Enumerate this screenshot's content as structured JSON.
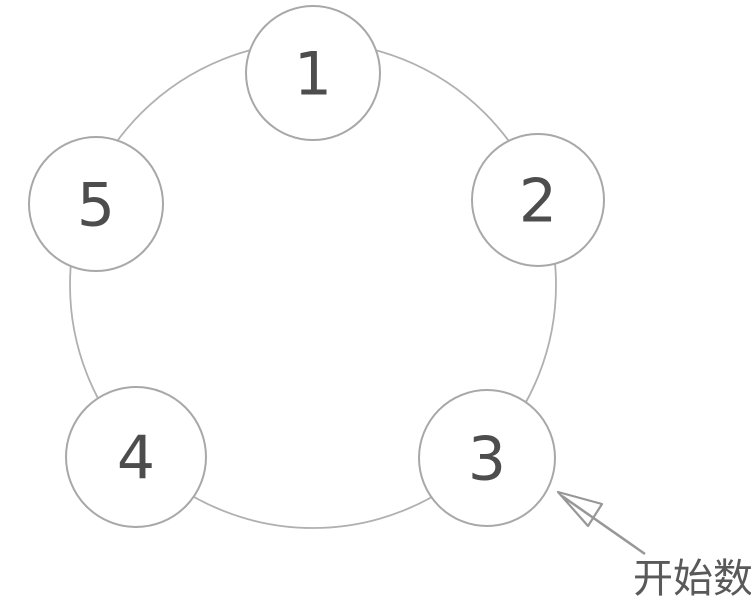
{
  "diagram": {
    "type": "circular-counting-diagram",
    "nodes": [
      {
        "id": 1,
        "label": "1"
      },
      {
        "id": 2,
        "label": "2"
      },
      {
        "id": 3,
        "label": "3"
      },
      {
        "id": 4,
        "label": "4"
      },
      {
        "id": 5,
        "label": "5"
      }
    ],
    "annotation": {
      "label": "开始数",
      "points_to_node": "3"
    },
    "colors": {
      "ring-stroke": "#b0b0b0",
      "node-stroke": "#a8a8a8",
      "node-fill": "#ffffff",
      "number-color": "#4d4d4d",
      "arrow-color": "#979797",
      "annotation-color": "#595959",
      "page-bg": "#ffffff"
    }
  }
}
